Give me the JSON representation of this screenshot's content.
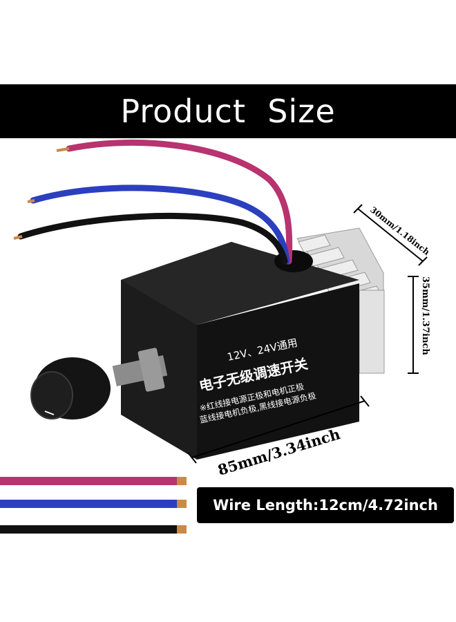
{
  "banner": {
    "title": "Product  Size"
  },
  "dimensions": {
    "depth": "30mm/1.18inch",
    "height": "35mm/1.37inch",
    "width": "85mm/3.34inch"
  },
  "module": {
    "voltage_label": "12V、24V通用",
    "title": "电子无级调速开关",
    "note_line1": "※红线接电源正极和电机正极",
    "note_line2": "蓝线接电机负极,黑线接电源负极"
  },
  "wire_length": {
    "label": "Wire Length:12cm/4.72inch"
  },
  "colors": {
    "wire_red": "#b8336f",
    "wire_blue": "#2b3fbf",
    "wire_black": "#111111",
    "copper": "#c98a4a",
    "body": "#121212"
  }
}
